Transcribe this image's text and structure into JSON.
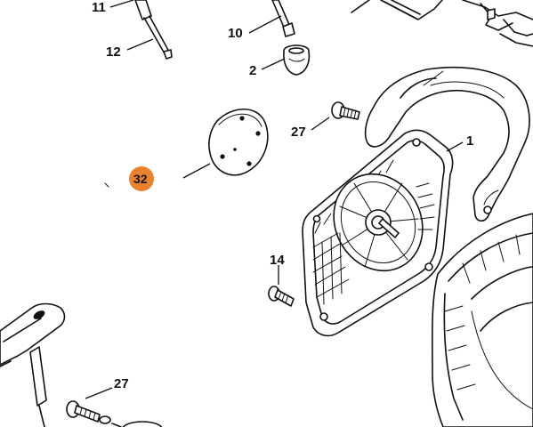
{
  "diagram": {
    "highlight_color": "#E8822C",
    "callouts": [
      {
        "id": "c11",
        "label": "11"
      },
      {
        "id": "c10",
        "label": "10"
      },
      {
        "id": "c12",
        "label": "12"
      },
      {
        "id": "c2",
        "label": "2"
      },
      {
        "id": "c27a",
        "label": "27"
      },
      {
        "id": "c1",
        "label": "1"
      },
      {
        "id": "c32",
        "label": "32",
        "highlighted": true
      },
      {
        "id": "c14",
        "label": "14"
      },
      {
        "id": "c27b",
        "label": "27"
      }
    ]
  }
}
